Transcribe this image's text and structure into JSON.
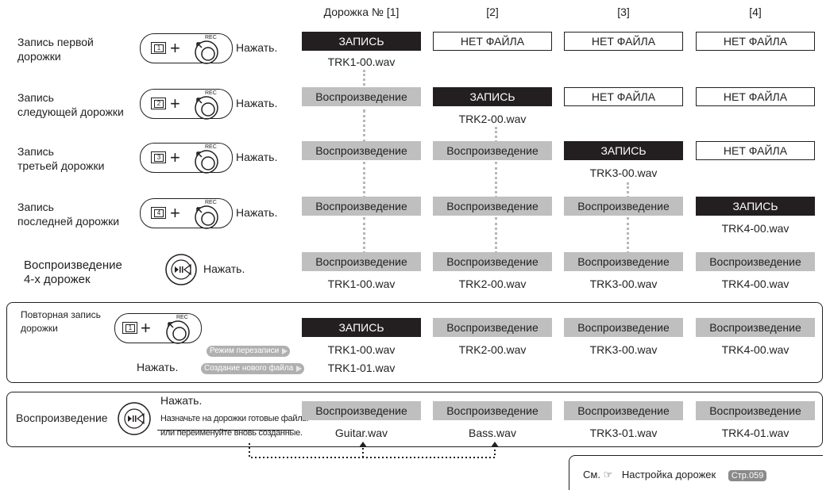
{
  "columns": [
    "Дорожка № [1]",
    "[2]",
    "[3]",
    "[4]"
  ],
  "press": "Нажать.",
  "rows": [
    {
      "label": [
        "Запись первой",
        "дорожки"
      ],
      "key": "1",
      "cells": [
        {
          "state": "rec",
          "text": "ЗАПИСЬ",
          "file": "TRK1-00.wav"
        },
        {
          "state": "none",
          "text": "НЕТ ФАЙЛА"
        },
        {
          "state": "none",
          "text": "НЕТ ФАЙЛА"
        },
        {
          "state": "none",
          "text": "НЕТ ФАЙЛА"
        }
      ]
    },
    {
      "label": [
        "Запись",
        "следующей дорожки"
      ],
      "key": "2",
      "cells": [
        {
          "state": "play",
          "text": "Воспроизведение"
        },
        {
          "state": "rec",
          "text": "ЗАПИСЬ",
          "file": "TRK2-00.wav"
        },
        {
          "state": "none",
          "text": "НЕТ ФАЙЛА"
        },
        {
          "state": "none",
          "text": "НЕТ ФАЙЛА"
        }
      ]
    },
    {
      "label": [
        "Запись",
        "третьей  дорожки"
      ],
      "key": "3",
      "cells": [
        {
          "state": "play",
          "text": "Воспроизведение"
        },
        {
          "state": "play",
          "text": "Воспроизведение"
        },
        {
          "state": "rec",
          "text": "ЗАПИСЬ",
          "file": "TRK3-00.wav"
        },
        {
          "state": "none",
          "text": "НЕТ ФАЙЛА"
        }
      ]
    },
    {
      "label": [
        "Запись",
        "последней дорожки"
      ],
      "key": "4",
      "cells": [
        {
          "state": "play",
          "text": "Воспроизведение"
        },
        {
          "state": "play",
          "text": "Воспроизведение"
        },
        {
          "state": "play",
          "text": "Воспроизведение"
        },
        {
          "state": "rec",
          "text": "ЗАПИСЬ",
          "file": "TRK4-00.wav"
        }
      ]
    },
    {
      "label": [
        "Воспроизведение",
        " 4-х дорожек"
      ],
      "cells": [
        {
          "state": "play",
          "text": "Воспроизведение",
          "file": "TRK1-00.wav"
        },
        {
          "state": "play",
          "text": "Воспроизведение",
          "file": "TRK2-00.wav"
        },
        {
          "state": "play",
          "text": "Воспроизведение",
          "file": "TRK3-00.wav"
        },
        {
          "state": "play",
          "text": "Воспроизведение",
          "file": "TRK4-00.wav"
        }
      ]
    }
  ],
  "rerecord": {
    "label": [
      "Повторная запись",
      "дорожки"
    ],
    "key": "1",
    "overwrite": "Режим перезаписи",
    "newfile": "Создание нового файла",
    "cells": [
      {
        "state": "rec",
        "text": "ЗАПИСЬ",
        "file": "TRK1-00.wav",
        "file2": "TRK1-01.wav"
      },
      {
        "state": "play",
        "text": "Воспроизведение",
        "file": "TRK2-00.wav"
      },
      {
        "state": "play",
        "text": "Воспроизведение",
        "file": "TRK3-00.wav"
      },
      {
        "state": "play",
        "text": "Воспроизведение",
        "file": "TRK4-00.wav"
      }
    ]
  },
  "playback": {
    "label": "Воспроизведение",
    "note": [
      "Назначьте на дорожки готовые файлы",
      "или переименуйте вновь созданные."
    ],
    "cells": [
      {
        "state": "play",
        "text": "Воспроизведение",
        "file": "Guitar.wav"
      },
      {
        "state": "play",
        "text": "Воспроизведение",
        "file": "Bass.wav"
      },
      {
        "state": "play",
        "text": "Воспроизведение",
        "file": "TRK3-01.wav"
      },
      {
        "state": "play",
        "text": "Воспроизведение",
        "file": "TRK4-01.wav"
      }
    ]
  },
  "reference": {
    "see": "См.",
    "text": "Настройка дорожек",
    "page": "Стр.059"
  },
  "icons": {
    "rec": "rec-button-icon",
    "play": "play-stop-button-icon",
    "key": "track-key-icon",
    "ref": "pointing-hand-icon"
  }
}
